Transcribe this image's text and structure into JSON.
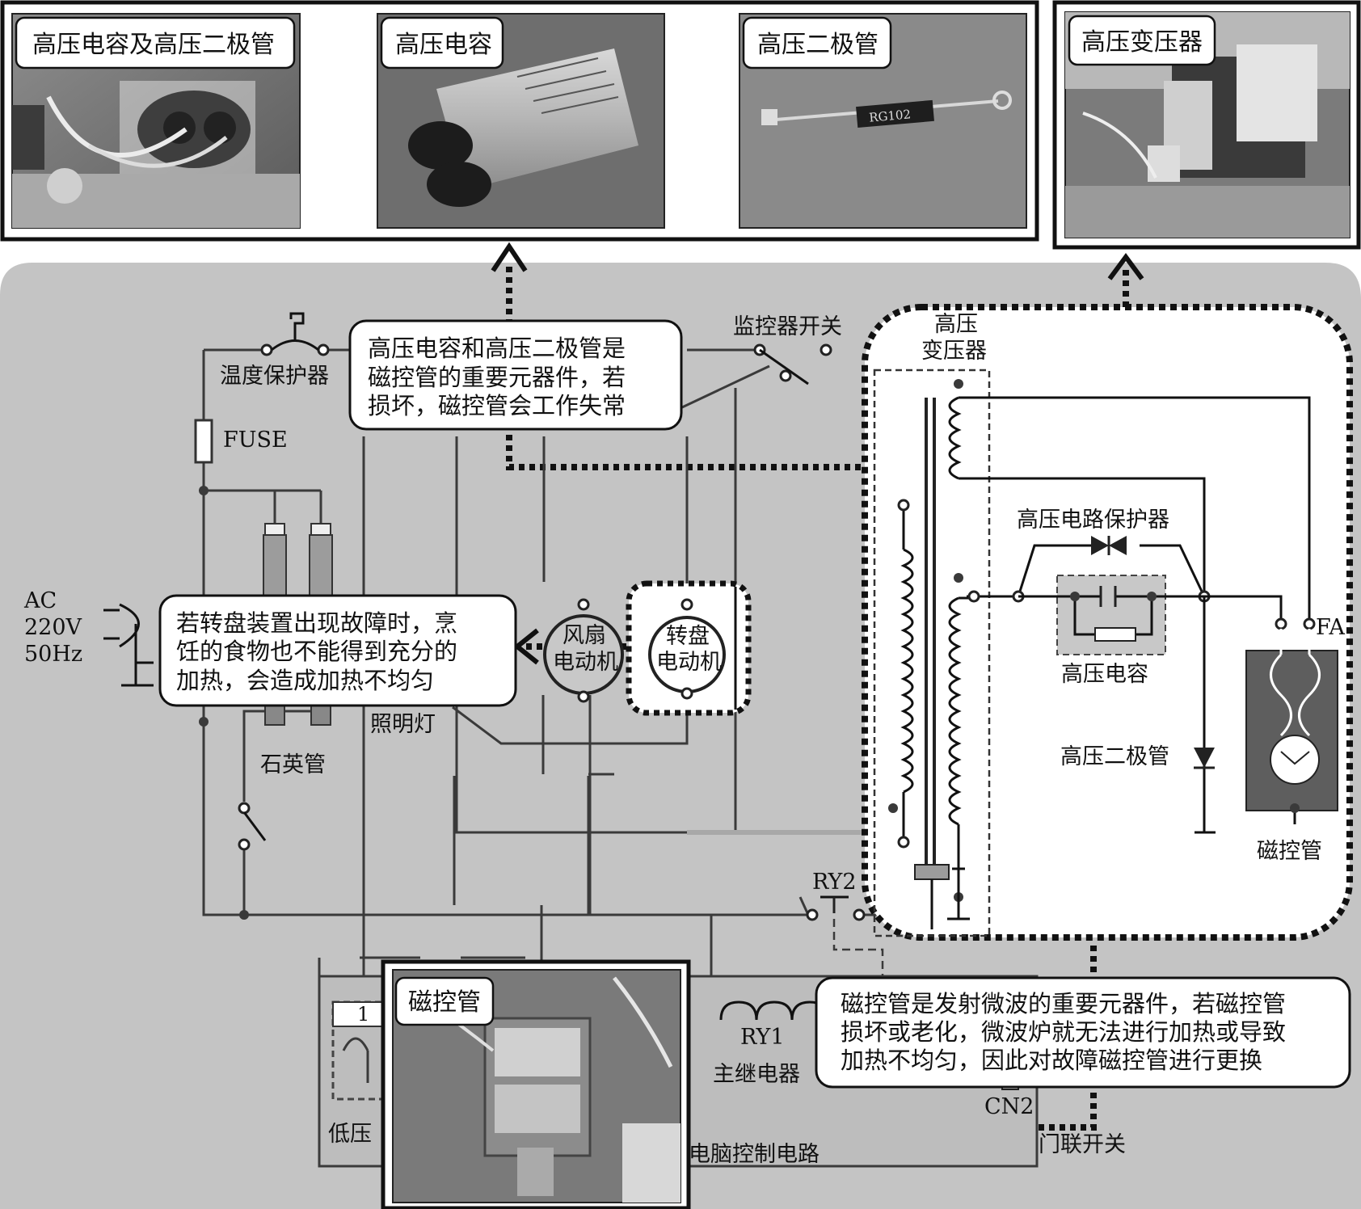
{
  "photos": {
    "hv_cap_diode": "高压电容及高压二极管",
    "hv_cap": "高压电容",
    "hv_diode": "高压二极管",
    "hv_transformer": "高压变压器",
    "magnetron": "磁控管",
    "hv_diode_marking": "RG102"
  },
  "callouts": {
    "hv_parts": [
      "高压电容和高压二极管是",
      "磁控管的重要元器件，若",
      "损坏，磁控管会工作失常"
    ],
    "turntable": [
      "若转盘装置出现故障时，烹",
      "饪的食物也不能得到充分的",
      "加热，会造成加热不均匀"
    ],
    "magnetron": [
      "磁控管是发射微波的重要元器件，若磁控管",
      "损坏或老化，微波炉就无法进行加热或导致",
      "加热不均匀，因此对故障磁控管进行更换"
    ]
  },
  "labels": {
    "thermal_protector": "温度保护器",
    "fuse": "FUSE",
    "ac": "AC",
    "ac_voltage": "220V",
    "ac_freq": "50Hz",
    "quartz_tube": "石英管",
    "lamp": "照明灯",
    "fan_motor_1": "风扇",
    "fan_motor_2": "电动机",
    "turntable_motor_1": "转盘",
    "turntable_motor_2": "电动机",
    "monitor_switch": "监控器开关",
    "hv_transformer_1": "高压",
    "hv_transformer_2": "变压器",
    "hv_protector": "高压电路保护器",
    "hv_capacitor": "高压电容",
    "hv_diode": "高压二极管",
    "fa": "FA",
    "magnetron": "磁控管",
    "ry2": "RY2",
    "ry1": "RY1",
    "main_relay": "主继电器",
    "low_voltage": "低压",
    "computer_control": "电脑控制电路",
    "door_switch": "门联开关",
    "cn2": "CN2",
    "pin_1a": "1",
    "pin_1b": "1"
  },
  "colors": {
    "panel": "#c4c4c4",
    "wire": "#3a3a3a",
    "component_fill": "#9c9c9c",
    "magnetron_fill": "#5e5e5e",
    "photo_dark": "#4a4a4a"
  }
}
